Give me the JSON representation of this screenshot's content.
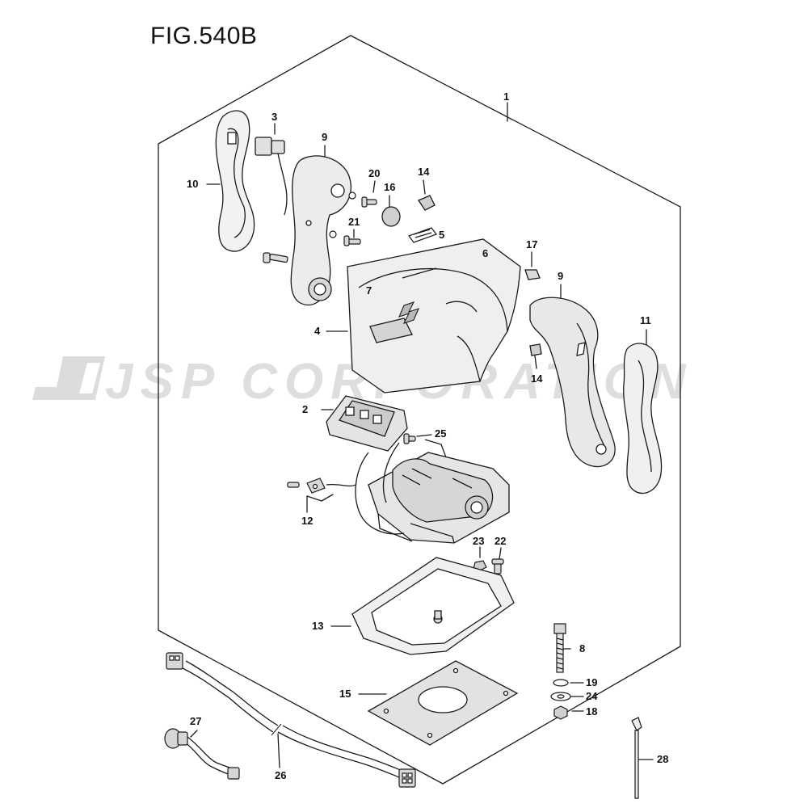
{
  "figure": {
    "title": "FIG.540B",
    "watermark": "JSP CORPORATION"
  },
  "callouts": {
    "c1": "1",
    "c2": "2",
    "c3": "3",
    "c4": "4",
    "c5": "5",
    "c6": "6",
    "c7": "7",
    "c8": "8",
    "c9a": "9",
    "c9b": "9",
    "c10": "10",
    "c11": "11",
    "c12": "12",
    "c13": "13",
    "c14a": "14",
    "c14b": "14",
    "c15": "15",
    "c16": "16",
    "c17": "17",
    "c18": "18",
    "c19": "19",
    "c20": "20",
    "c21": "21",
    "c22": "22",
    "c23": "23",
    "c24": "24",
    "c25": "25",
    "c26": "26",
    "c27": "27",
    "c28": "28"
  },
  "colors": {
    "line": "#1a1a1a",
    "part_fill": "#e8e8e8",
    "part_shade": "#bdbdbd",
    "watermark": "#d9d9d9"
  }
}
